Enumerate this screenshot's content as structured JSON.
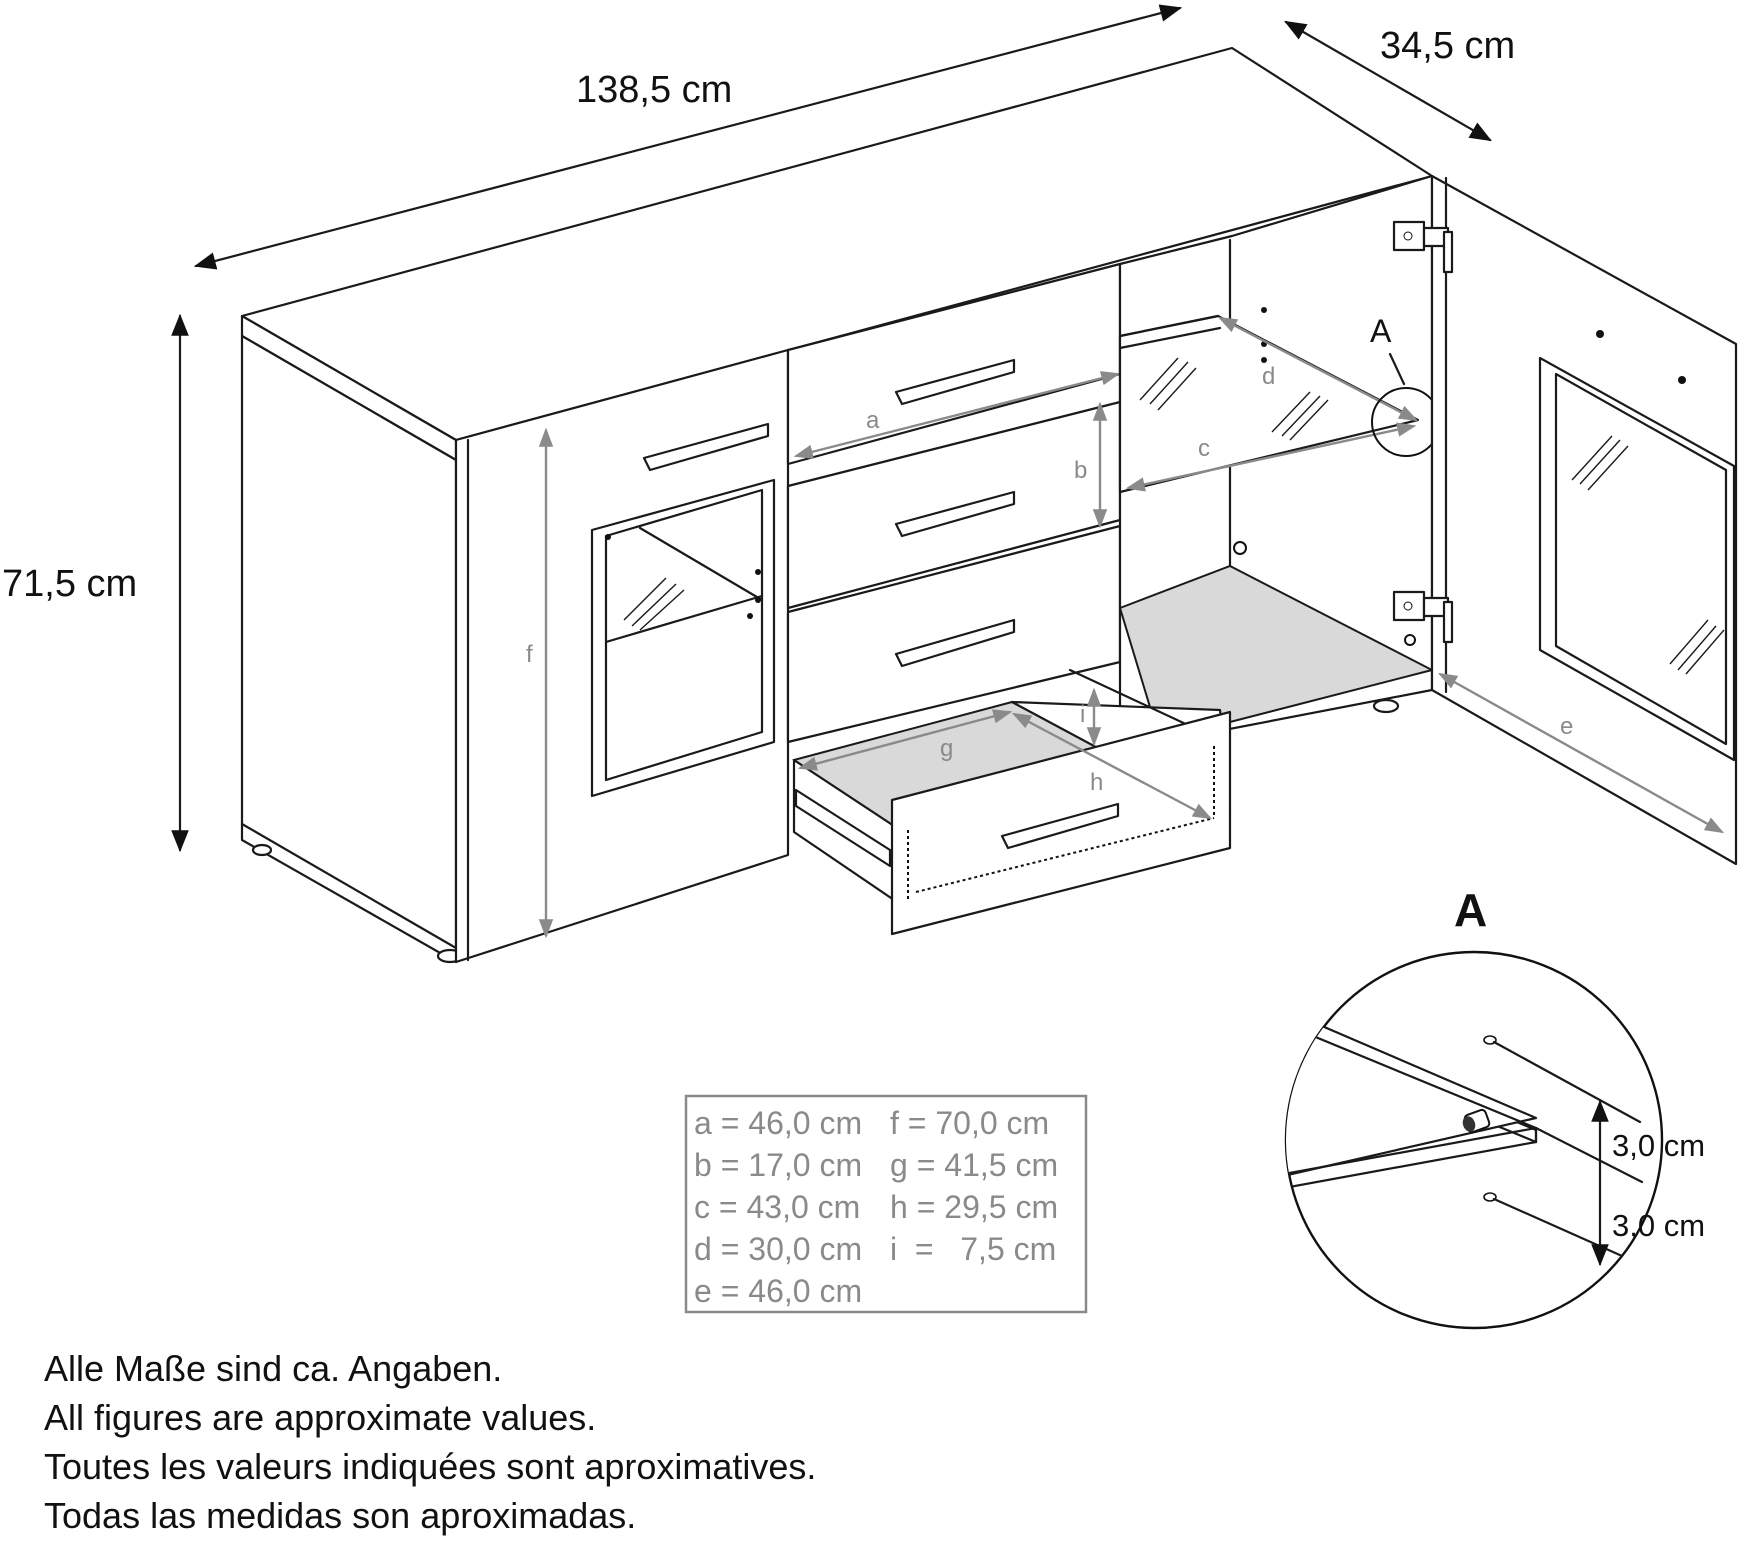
{
  "overall": {
    "width": "138,5 cm",
    "depth": "34,5 cm",
    "height": "71,5 cm"
  },
  "parts": [
    "a",
    "b",
    "c",
    "d",
    "e",
    "f",
    "g",
    "h",
    "i"
  ],
  "detail": {
    "label": "A",
    "marker": "A",
    "spacing_upper": "3,0 cm",
    "spacing_lower": "3,0 cm"
  },
  "legend": {
    "rows": [
      {
        "left": "a = 46,0 cm",
        "right": "f  = 70,0 cm"
      },
      {
        "left": "b = 17,0 cm",
        "right": "g = 41,5 cm"
      },
      {
        "left": "c = 43,0 cm",
        "right": "h = 29,5 cm"
      },
      {
        "left": "d = 30,0 cm",
        "right": "i  =   7,5 cm"
      },
      {
        "left": "e = 46,0 cm",
        "right": ""
      }
    ]
  },
  "notes": [
    "Alle Maße sind ca. Angaben.",
    "All figures are approximate values.",
    "Toutes les valeurs indiquées sont aproximatives.",
    "Todas las medidas son aproximadas."
  ]
}
